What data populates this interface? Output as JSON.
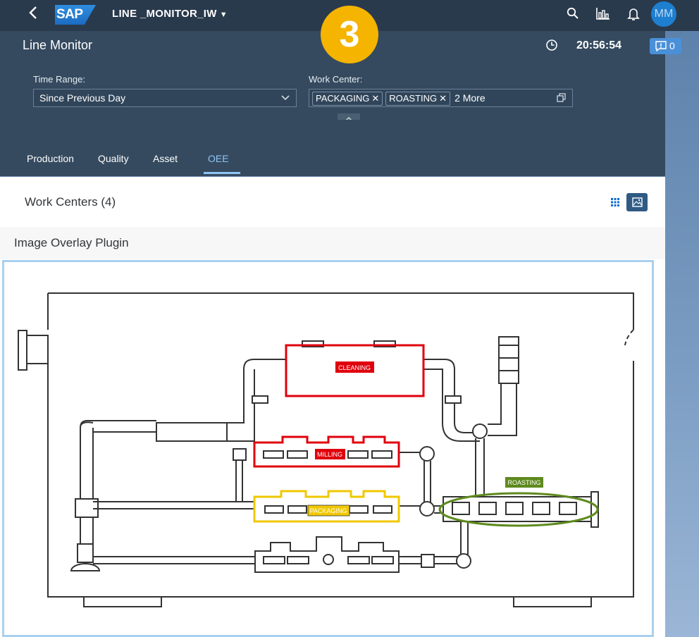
{
  "shell": {
    "logo_text": "SAP",
    "app_title": "LINE _MONITOR_IW",
    "avatar_initials": "MM",
    "icons": [
      "back-icon",
      "search-icon",
      "insights-icon",
      "notifications-icon"
    ]
  },
  "step_badge": "3",
  "header": {
    "title": "Line Monitor",
    "time": "20:56:54",
    "notification_count": "0"
  },
  "filters": {
    "time_range_label": "Time Range:",
    "time_range_value": "Since Previous Day",
    "work_center_label": "Work Center:",
    "work_center_tokens": [
      "PACKAGING",
      "ROASTING"
    ],
    "work_center_more": "2 More"
  },
  "tabs": [
    "Production",
    "Quality",
    "Asset",
    "OEE"
  ],
  "active_tab": "OEE",
  "content": {
    "work_centers_title": "Work Centers (4)",
    "plugin_title": "Image Overlay Plugin"
  },
  "overlay": {
    "labels": {
      "cleaning": "CLEANING",
      "milling": "MILLING",
      "packaging": "PACKAGING",
      "roasting": "ROASTING"
    },
    "status_colors": {
      "cleaning": "#e0000c",
      "milling": "#e0000c",
      "packaging": "#f0c800",
      "roasting": "#5e8a1e"
    }
  },
  "colors": {
    "shell_bg": "#2a3a4d",
    "header_bg": "#354a5f",
    "accent": "#8ec5f5",
    "badge": "#f4b400"
  }
}
